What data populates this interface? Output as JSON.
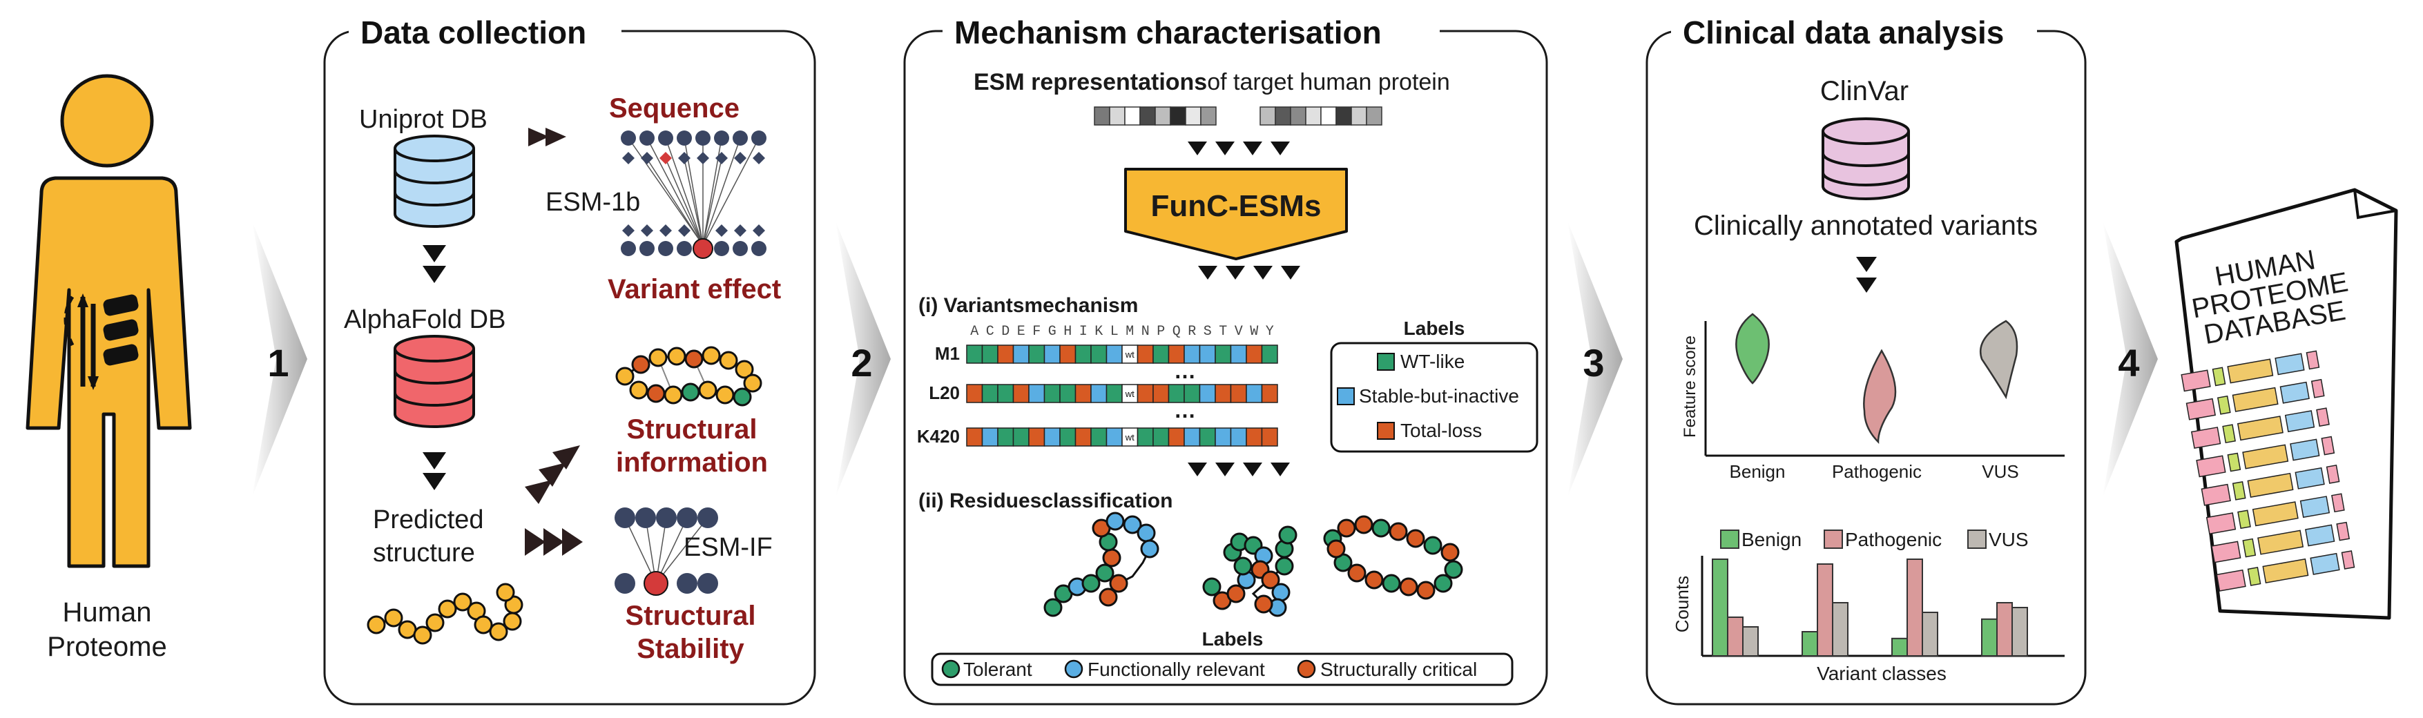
{
  "human": {
    "label_1": "Human",
    "label_2": "Proteome"
  },
  "steps": [
    "1",
    "2",
    "3",
    "4"
  ],
  "panel1": {
    "title": "Data collection",
    "uniprot": "Uniprot DB",
    "alphafold": "AlphaFold DB",
    "predicted_1": "Predicted",
    "predicted_2": "structure",
    "sequence": "Sequence",
    "esm1b": "ESM-1b",
    "variant_effect": "Variant effect",
    "structural_info_1": "Structural",
    "structural_info_2": "information",
    "esmif": "ESM-IF",
    "structural_stab_1": "Structural",
    "structural_stab_2": "Stability"
  },
  "panel2": {
    "title": "Mechanism characterisation",
    "esm_rep_bold": "ESM representations",
    "esm_rep_rest": "of target  human protein",
    "funcesm": "FunC-ESMs",
    "variants_header": "(i) Variantsmechanism",
    "aa_letters": [
      "A",
      "C",
      "D",
      "E",
      "F",
      "G",
      "H",
      "I",
      "K",
      "L",
      "M",
      "N",
      "P",
      "Q",
      "R",
      "S",
      "T",
      "V",
      "W",
      "Y"
    ],
    "rows": [
      {
        "label": "M1",
        "cells": [
          "g",
          "g",
          "o",
          "b",
          "g",
          "b",
          "o",
          "g",
          "g",
          "b",
          "w",
          "o",
          "g",
          "o",
          "b",
          "b",
          "g",
          "b",
          "o",
          "g"
        ]
      },
      {
        "label": "L20",
        "cells": [
          "o",
          "g",
          "g",
          "o",
          "b",
          "g",
          "g",
          "o",
          "b",
          "g",
          "w",
          "o",
          "o",
          "g",
          "g",
          "b",
          "o",
          "o",
          "b",
          "o"
        ]
      },
      {
        "label": "K420",
        "cells": [
          "o",
          "b",
          "g",
          "g",
          "o",
          "b",
          "g",
          "o",
          "g",
          "b",
          "w",
          "g",
          "g",
          "o",
          "b",
          "g",
          "b",
          "b",
          "o",
          "o"
        ]
      }
    ],
    "wt": "wt",
    "ellipsis": "…",
    "labels_title": "Labels",
    "legend_wt": "WT-like",
    "legend_sbi": "Stable-but-inactive",
    "legend_tl": "Total-loss",
    "residues_header": "(ii) Residuesclassification",
    "labels2_title": "Labels",
    "legend_tol": "Tolerant",
    "legend_fr": "Functionally relevant",
    "legend_sc": "Structurally critical"
  },
  "panel3": {
    "title": "Clinical data analysis",
    "clinvar": "ClinVar",
    "annotated": "Clinically annotated variants",
    "feature_score": "Feature score",
    "violin_x": [
      "Benign",
      "Pathogenic",
      "VUS"
    ],
    "legend": [
      "Benign",
      "Pathogenic",
      "VUS"
    ],
    "counts": "Counts",
    "variant_classes": "Variant classes"
  },
  "panel4": {
    "line1": "HUMAN",
    "line2": "PROTEOME",
    "line3": "DATABASE"
  },
  "colors": {
    "orange": "#f7b733",
    "green": "#2e9e6b",
    "blue": "#5aaee3",
    "red_orange": "#d75a23",
    "dark_navy": "#3a4562",
    "dark_red": "#8b1a1a",
    "benign": "#6dbf72",
    "pathogenic": "#d99a9a",
    "vus": "#bdb8b2"
  },
  "chart_data": {
    "type": "bar",
    "title": "",
    "xlabel": "Variant classes",
    "ylabel": "Counts",
    "categories": [
      "",
      "",
      "",
      ""
    ],
    "series": [
      {
        "name": "Benign",
        "values": [
          1.0,
          0.25,
          0.18,
          0.38
        ]
      },
      {
        "name": "Pathogenic",
        "values": [
          0.4,
          0.95,
          1.0,
          0.55
        ]
      },
      {
        "name": "VUS",
        "values": [
          0.3,
          0.55,
          0.45,
          0.5
        ]
      }
    ],
    "ylim": [
      0,
      1.1
    ]
  }
}
